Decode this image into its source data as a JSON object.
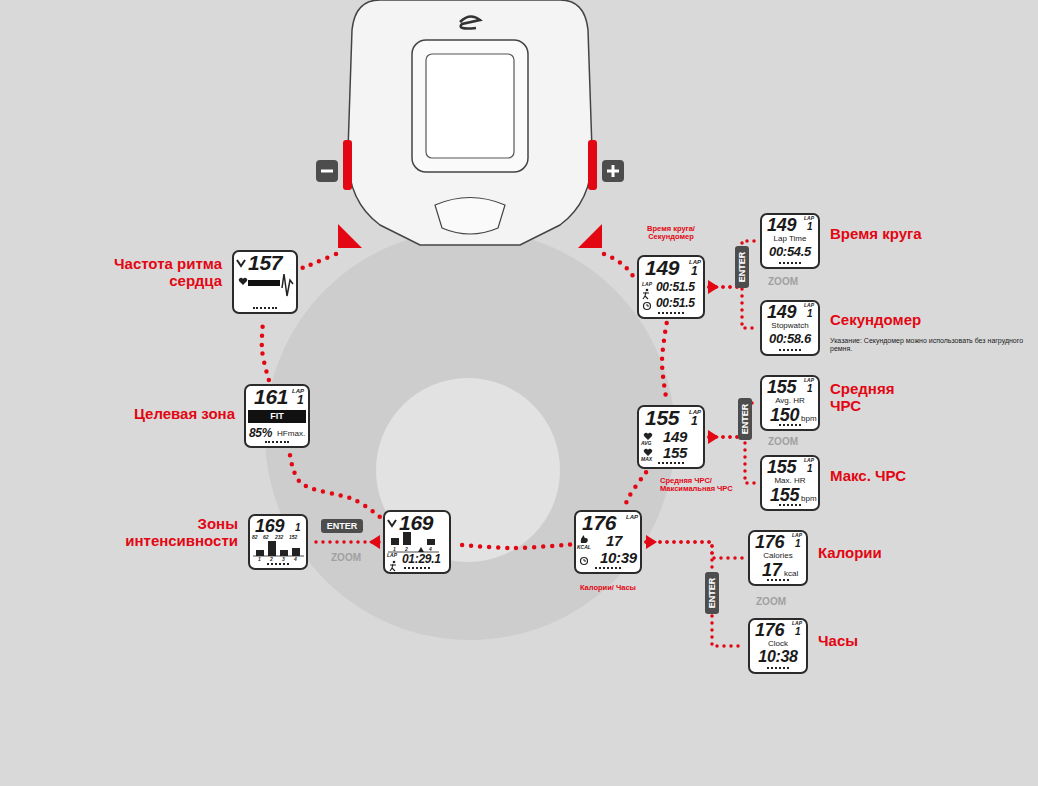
{
  "diagram": {
    "nodes": [
      {
        "text": [
          "Время круга/ Секундомер",
          "149",
          "1",
          "LAP",
          "LAP",
          "00:51.5",
          "00:51.5"
        ]
      },
      {
        "text": [
          "Время круга",
          "149",
          "1",
          "LAP",
          "Lap Time",
          "00:54.5"
        ]
      },
      {
        "text": [
          "Секундомер",
          "149",
          "1",
          "LAP",
          "Stopwatch",
          "00:58.6"
        ]
      },
      {
        "text": [
          "Средняя ЧРС/ Максимальная ЧРС",
          "155",
          "1",
          "LAP",
          "AVG",
          "149",
          "MAX",
          "155"
        ]
      },
      {
        "text": [
          "Средняя ЧРС",
          "155",
          "1",
          "LAP",
          "Avg. HR",
          "150",
          "bpm"
        ]
      },
      {
        "text": [
          "Макс. ЧРС",
          "155",
          "1",
          "LAP",
          "Max. HR",
          "155",
          "bpm"
        ]
      },
      {
        "text": [
          "Калории/ Часы",
          "176",
          "LAP",
          "KCAL",
          "17",
          "10:39"
        ]
      },
      {
        "text": [
          "Калории",
          "176",
          "1",
          "LAP",
          "Calories",
          "17",
          "kcal"
        ]
      },
      {
        "text": [
          "Часы",
          "176",
          "1",
          "LAP",
          "Clock",
          "10:38"
        ]
      },
      {
        "text": [
          "169",
          "1",
          "2",
          "4",
          "LAP",
          "01:29.1"
        ]
      },
      {
        "text": [
          "Зоны интенсивности",
          "169",
          "1",
          "82",
          "62",
          "232",
          "152",
          "1",
          "2",
          "3",
          "4"
        ]
      },
      {
        "text": [
          "Целевая зона",
          "161",
          "LAP",
          "1",
          "FIT",
          "85%",
          "HFmax."
        ]
      },
      {
        "text": [
          "Частота ритма сердца",
          "157"
        ]
      }
    ],
    "edges": [
      {
        "from": 0,
        "to": 1,
        "arrow": "none"
      },
      {
        "from": 0,
        "to": 2,
        "arrow": "none"
      },
      {
        "from": 3,
        "to": 4,
        "arrow": "none"
      },
      {
        "from": 3,
        "to": 5,
        "arrow": "none"
      },
      {
        "from": 6,
        "to": 7,
        "arrow": "none"
      },
      {
        "from": 6,
        "to": 8,
        "arrow": "none"
      },
      {
        "from": 9,
        "to": 10,
        "arrow": "none"
      },
      {
        "from": 0,
        "to": 3,
        "arrow": "none"
      },
      {
        "from": 3,
        "to": 6,
        "arrow": "none"
      },
      {
        "from": 6,
        "to": 9,
        "arrow": "none"
      },
      {
        "from": 9,
        "to": 11,
        "arrow": "none"
      },
      {
        "from": 11,
        "to": 12,
        "arrow": "none"
      }
    ],
    "labels": [
      "ENTER",
      "ENTER",
      "ENTER",
      "ENTER",
      "ZOOM",
      "ZOOM",
      "ZOOM",
      "ZOOM",
      "Указание: Секундомер можно использовать без нагрудного ремня."
    ]
  }
}
